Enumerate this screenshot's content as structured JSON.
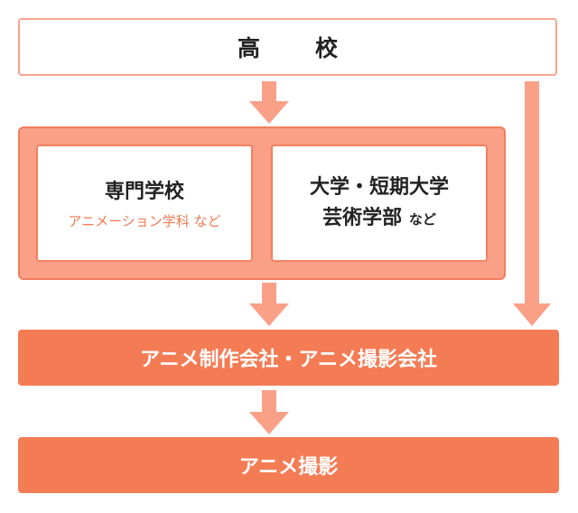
{
  "top_box": {
    "label": "高　校"
  },
  "school_group": {
    "vocational": {
      "label": "専門学校",
      "sub_label": "アニメーション学科 など"
    },
    "university": {
      "line1": "大学・短期大学",
      "line2": "芸術学部",
      "suffix": "など"
    }
  },
  "company_box": {
    "label": "アニメ制作会社・アニメ撮影会社"
  },
  "career_box": {
    "label": "アニメ撮影"
  },
  "colors": {
    "accent": "#f47c55",
    "light_accent": "#f9a087",
    "arrow": "#f9a087",
    "border": "#f27f60"
  }
}
